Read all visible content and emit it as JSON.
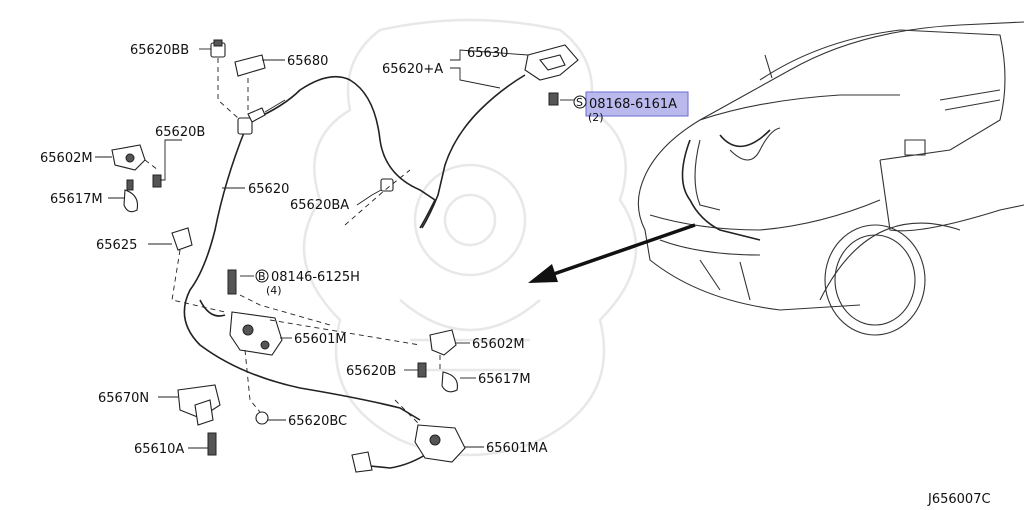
{
  "diagram_id": "J656007C",
  "labels": {
    "p65620BB": "65620BB",
    "p65680": "65680",
    "p65620B_a": "65620B",
    "p65602M_a": "65602M",
    "p65617M_a": "65617M",
    "p65620": "65620",
    "p65620BA": "65620BA",
    "p65625": "65625",
    "p65630": "65630",
    "p65620A": "65620+A",
    "p08168": "08168-6161A",
    "p08168_qty": "(2)",
    "p08168_mark": "S",
    "p08146": "08146-6125H",
    "p08146_qty": "(4)",
    "p08146_mark": "B",
    "p65601M": "65601M",
    "p65602M_b": "65602M",
    "p65620B_b": "65620B",
    "p65617M_b": "65617M",
    "p65670N": "65670N",
    "p65620BC": "65620BC",
    "p65610A": "65610A",
    "p65601MA": "65601MA"
  },
  "colors": {
    "highlight_fill": "#b9b9ee",
    "highlight_border": "#6a6ad0",
    "line": "#222222",
    "watermark": "#e8e8e8"
  }
}
